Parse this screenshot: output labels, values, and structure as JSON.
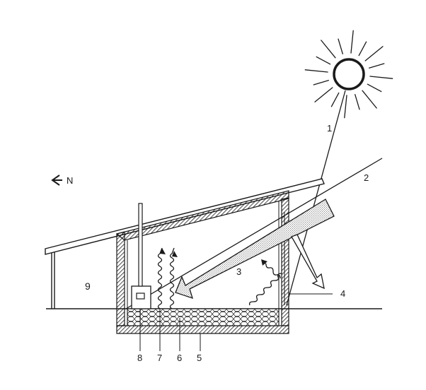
{
  "diagram": {
    "north_indicator": {
      "icon": "north-arrow-icon",
      "text": "N"
    },
    "callouts": [
      {
        "id": "1",
        "text": "1"
      },
      {
        "id": "2",
        "text": "2"
      },
      {
        "id": "3",
        "text": "3"
      },
      {
        "id": "4",
        "text": "4"
      },
      {
        "id": "5",
        "text": "5"
      },
      {
        "id": "6",
        "text": "6"
      },
      {
        "id": "7",
        "text": "7"
      },
      {
        "id": "8",
        "text": "8"
      },
      {
        "id": "9",
        "text": "9"
      }
    ],
    "colors": {
      "ink": "#1a1a1a",
      "background": "#ffffff",
      "hatch": "#1a1a1a"
    }
  }
}
